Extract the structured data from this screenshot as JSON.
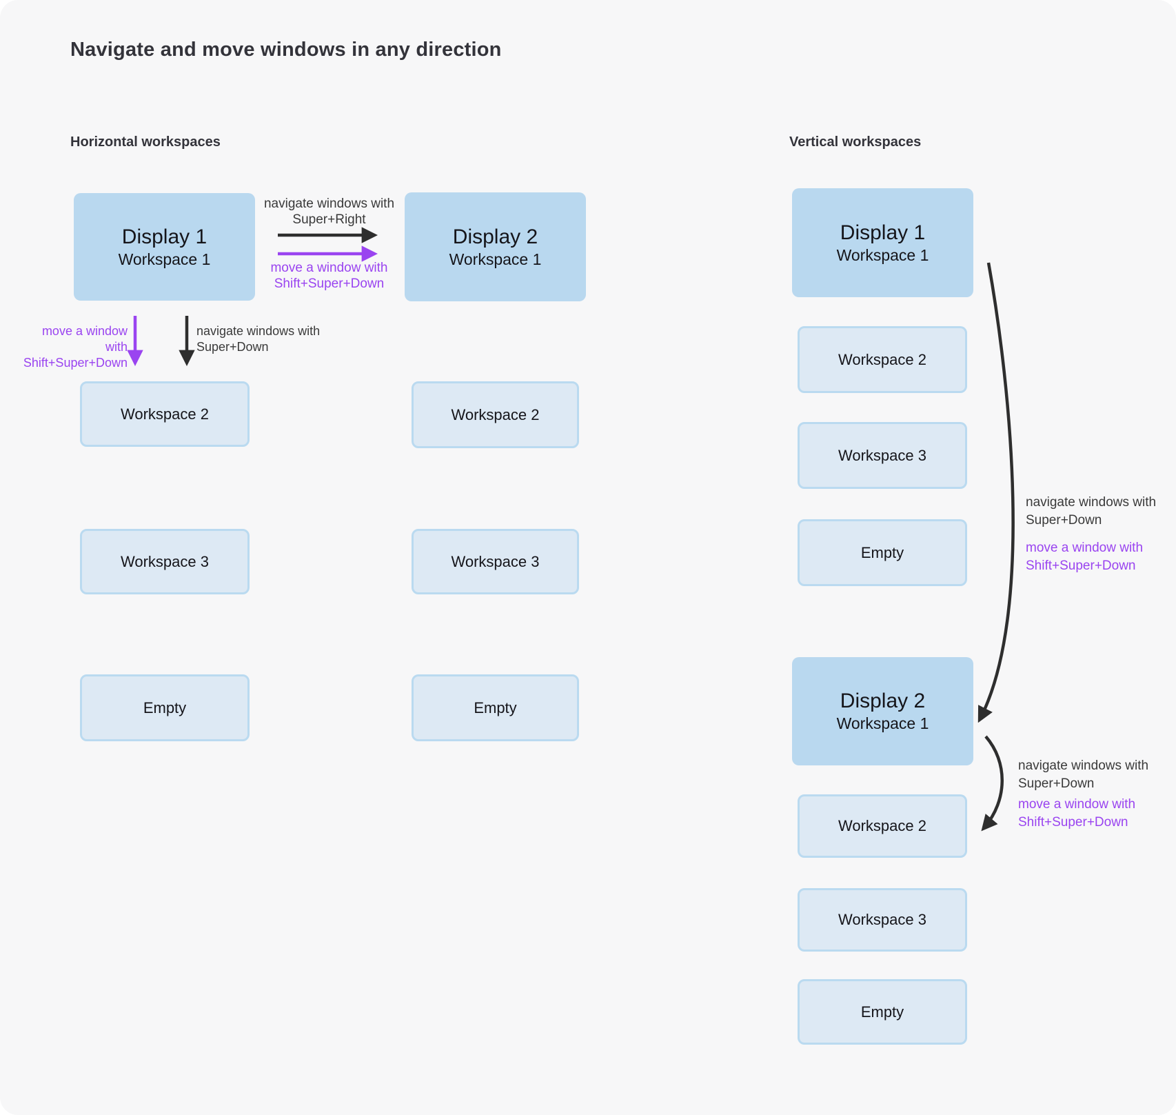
{
  "title": "Navigate and move windows in any direction",
  "horizontal": {
    "heading": "Horizontal workspaces",
    "display1": {
      "title": "Display 1",
      "subtitle": "Workspace 1"
    },
    "display2": {
      "title": "Display 2",
      "subtitle": "Workspace 1"
    },
    "column1": {
      "ws2": "Workspace 2",
      "ws3": "Workspace 3",
      "empty": "Empty"
    },
    "column2": {
      "ws2": "Workspace 2",
      "ws3": "Workspace 3",
      "empty": "Empty"
    },
    "arrow_right_nav": {
      "line1": "navigate windows with",
      "line2": "Super+Right"
    },
    "arrow_right_move": {
      "line1": "move a window with",
      "line2": "Shift+Super+Down"
    },
    "arrow_down_move": {
      "line1": "move a window with",
      "line2": "Shift+Super+Down"
    },
    "arrow_down_nav": {
      "line1": "navigate windows with",
      "line2": "Super+Down"
    }
  },
  "vertical": {
    "heading": "Vertical workspaces",
    "display1": {
      "title": "Display 1",
      "subtitle": "Workspace 1"
    },
    "display2": {
      "title": "Display 2",
      "subtitle": "Workspace 1"
    },
    "stack1": {
      "ws2": "Workspace 2",
      "ws3": "Workspace 3",
      "empty": "Empty"
    },
    "stack2": {
      "ws2": "Workspace 2",
      "ws3": "Workspace 3",
      "empty": "Empty"
    },
    "arrow1_nav": {
      "line1": "navigate windows with",
      "line2": "Super+Down"
    },
    "arrow1_move": {
      "line1": "move a window with",
      "line2": "Shift+Super+Down"
    },
    "arrow2_nav": {
      "line1": "navigate windows with",
      "line2": "Super+Down"
    },
    "arrow2_move": {
      "line1": "move a window with",
      "line2": "Shift+Super+Down"
    }
  },
  "colors": {
    "canvas_bg": "#f7f7f8",
    "display_fill": "#b9d8ef",
    "workspace_fill": "#dde9f4",
    "workspace_border": "#badaf0",
    "arrow_dark": "#2e2e2e",
    "arrow_purple": "#9a44f0",
    "heading_text": "#33333a",
    "box_text": "#15151a"
  }
}
